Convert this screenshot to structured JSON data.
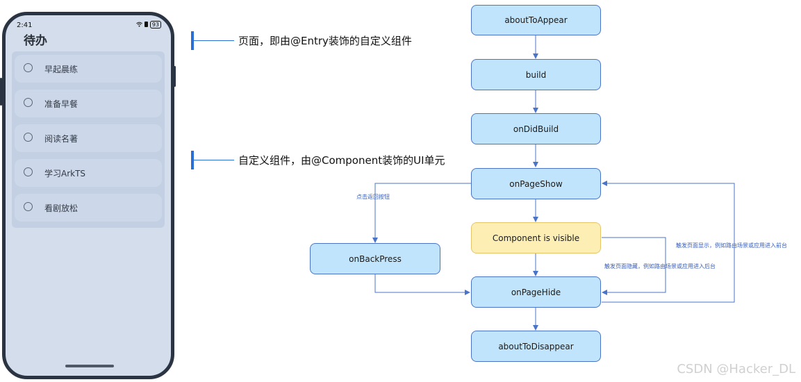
{
  "phone": {
    "status_time": "2:41",
    "battery_level": "93",
    "app_title": "待办",
    "todos": [
      "早起晨练",
      "准备早餐",
      "阅读名著",
      "学习ArkTS",
      "看剧放松"
    ]
  },
  "annotations": {
    "page": "页面，即由@Entry装饰的自定义组件",
    "component": "自定义组件，由@Component装饰的UI单元"
  },
  "flow": {
    "nodes": {
      "about_to_appear": "aboutToAppear",
      "build": "build",
      "on_did_build": "onDidBuild",
      "on_page_show": "onPageShow",
      "component_visible": "Component is visible",
      "on_back_press": "onBackPress",
      "on_page_hide": "onPageHide",
      "about_to_disappear": "aboutToDisappear"
    },
    "edge_labels": {
      "back_button": "点击返回按钮",
      "page_show_trigger": "触发页面显示，例如路由场景或应用进入前台",
      "page_hide_trigger": "触发页面隐藏，例如路由场景或应用进入后台"
    }
  },
  "watermark": "CSDN @Hacker_DL",
  "colors": {
    "node_fill": "#bfe4fb",
    "node_border": "#4a74c8",
    "visible_fill": "#fdeeb4",
    "arrow": "#4a74c8",
    "marker": "#2a6fd6"
  }
}
